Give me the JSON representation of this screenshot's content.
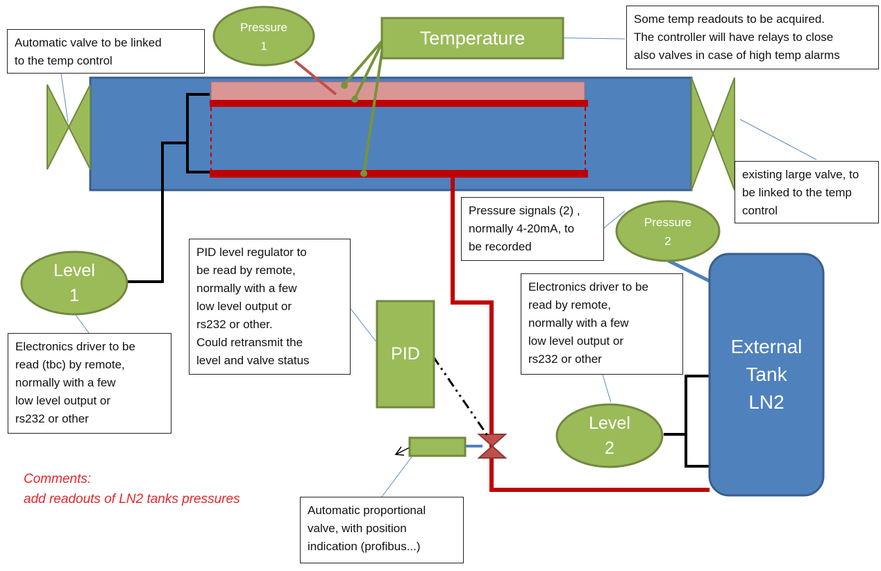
{
  "callouts": {
    "auto_valve_temp": "Automatic valve to be linked\nto the temp control",
    "temp_readouts": "Some temp readouts to be acquired.\nThe controller will have relays to close\nalso valves in case of high temp alarms",
    "existing_valve": "existing large valve, to\nbe linked to the temp\ncontrol",
    "pressure_signals": "Pressure signals (2) ,\nnormally 4-20mA, to\nbe recorded",
    "pid_regulator": "PID level regulator to\nbe read by remote,\nnormally with a few\nlow level output or\nrs232 or other.\nCould retransmit the\nlevel and valve status",
    "electronics_driver_2": "Electronics driver to be\nread by remote,\nnormally with a few\nlow level output or\nrs232 or other",
    "electronics_driver_1": "Electronics driver to be\nread (tbc) by remote,\nnormally with a few\nlow level output or\nrs232 or other",
    "prop_valve": "Automatic proportional\nvalve, with position\nindication (profibus...)"
  },
  "nodes": {
    "pressure1": "Pressure\n1",
    "pressure2": "Pressure\n2",
    "level1": "Level\n1",
    "level2": "Level\n2",
    "temperature": "Temperature",
    "pid": "PID",
    "external_tank": "External\nTank\nLN2"
  },
  "comments": "Comments:\nadd readouts of LN2 tanks pressures",
  "colors": {
    "tank_blue": "#4f81bd",
    "node_green": "#9bbb59",
    "node_border": "#71893f",
    "pipe_red": "#c00000",
    "comment_red": "#e8262b",
    "valve_red": "#c0504d"
  }
}
